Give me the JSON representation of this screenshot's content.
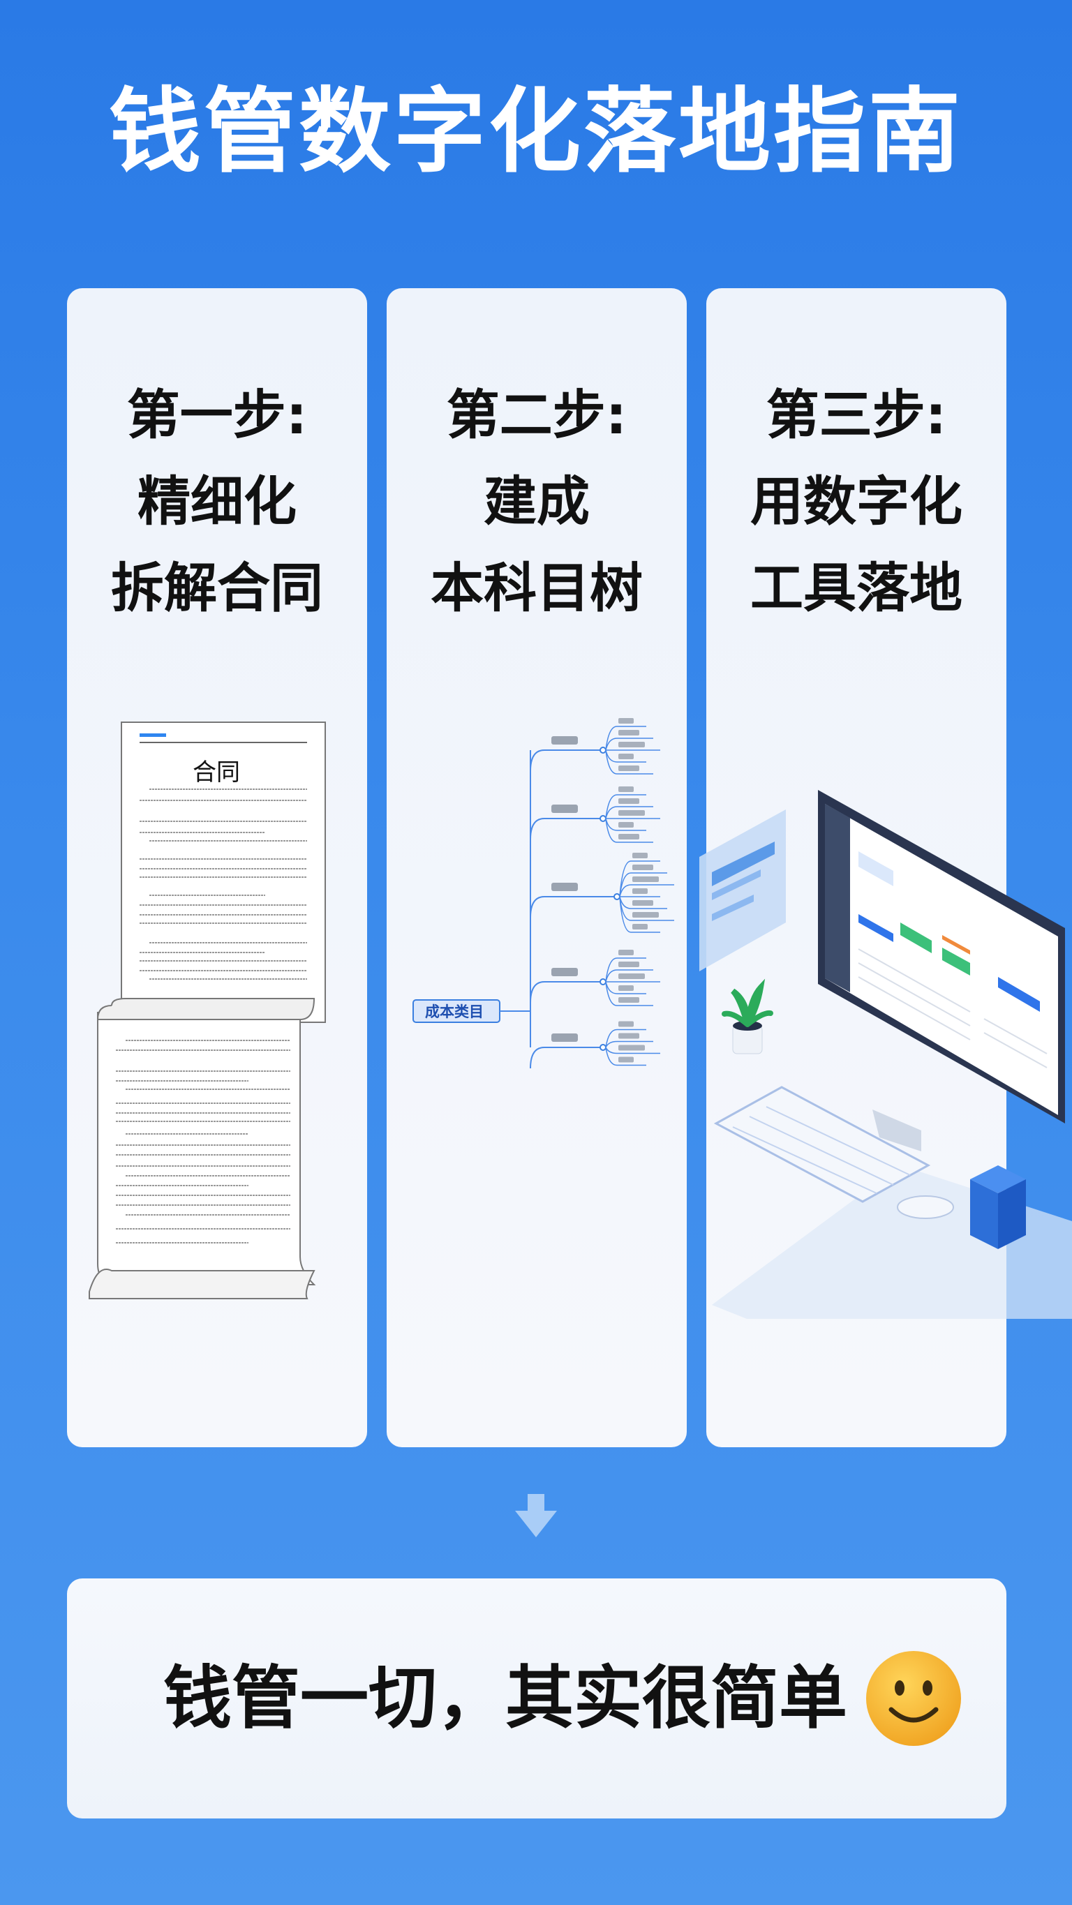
{
  "title": "钱管数字化落地指南",
  "steps": [
    {
      "line1": "第一步:",
      "line2": "精细化",
      "line3": "拆解合同",
      "illustration": "contract-document",
      "doc_title": "合同"
    },
    {
      "line1": "第二步:",
      "line2": "建成",
      "line3": "本科目树",
      "illustration": "mind-map",
      "root_label": "成本类目"
    },
    {
      "line1": "第三步:",
      "line2": "用数字化",
      "line3": "工具落地",
      "illustration": "computer-dashboard"
    }
  ],
  "arrow_icon": "arrow-down-icon",
  "conclusion": {
    "text": "钱管一切，其实很简单",
    "icon": "smiley-face-icon"
  },
  "colors": {
    "accent": "#2a7ae6",
    "text": "#111111",
    "card": "#f2f6fc",
    "smiley": "#f7b733"
  }
}
